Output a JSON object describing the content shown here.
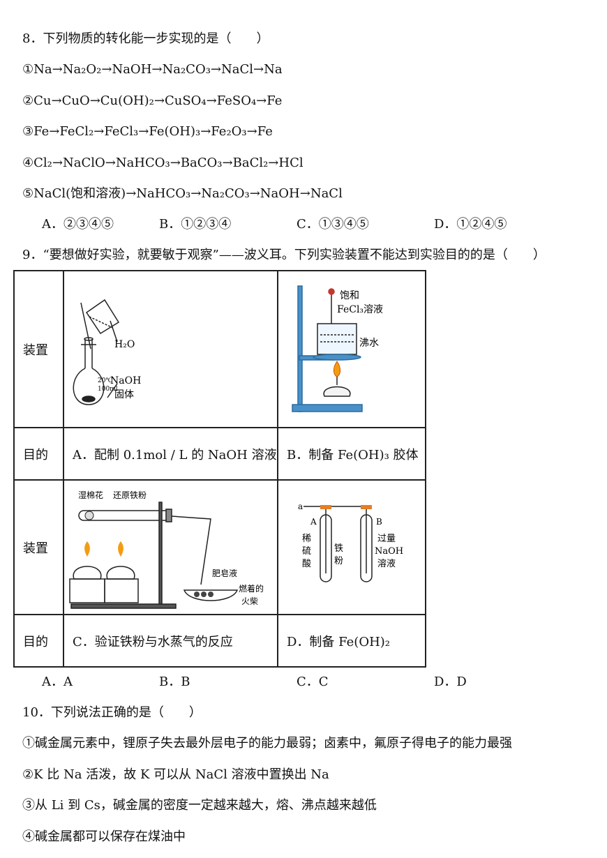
{
  "q8": {
    "stem": "8．下列物质的转化能一步实现的是（　　）",
    "items": [
      "①Na→Na₂O₂→NaOH→Na₂CO₃→NaCl→Na",
      "②Cu→CuO→Cu(OH)₂→CuSO₄→FeSO₄→Fe",
      "③Fe→FeCl₂→FeCl₃→Fe(OH)₃→Fe₂O₃→Fe",
      "④Cl₂→NaClO→NaHCO₃→BaCO₃→BaCl₂→HCl",
      "⑤NaCl(饱和溶液)→NaHCO₃→Na₂CO₃→NaOH→NaCl"
    ],
    "choices": [
      "A．②③④⑤",
      "B．①②③④",
      "C．①③④⑤",
      "D．①②④⑤"
    ]
  },
  "q9": {
    "stem": "9．“要想做好实验，就要敏于观察”——波义耳。下列实验装置不能达到实验目的的是（　　）",
    "row_label_device": "装置",
    "row_label_purpose": "目的",
    "captions": {
      "a": "A．配制 0.1mol / L 的 NaOH 溶液",
      "b": "B．制备 Fe(OH)₃ 胶体",
      "c": "C．验证铁粉与水蒸气的反应",
      "d": "D．制备 Fe(OH)₂"
    },
    "fig_a": {
      "water": "H₂O",
      "solid": "NaOH",
      "solid2": "固体",
      "temp": "20℃",
      "vol": "100ml"
    },
    "fig_b": {
      "l1": "饱和",
      "l2": "FeCl₃溶液",
      "l3": "沸水"
    },
    "fig_c": {
      "l1": "湿棉花",
      "l2": "还原铁粉",
      "l3": "肥皂液",
      "l4": "燃着的",
      "l5": "火柴"
    },
    "fig_d": {
      "a": "a",
      "A": "A",
      "B": "B",
      "acid1": "稀",
      "acid2": "硫",
      "acid3": "酸",
      "fe1": "铁",
      "fe2": "粉",
      "ex": "过量",
      "naoh": "NaOH",
      "sol": "溶液"
    },
    "choices": [
      "A．A",
      "B．B",
      "C．C",
      "D．D"
    ]
  },
  "q10": {
    "stem": "10．下列说法正确的是（　　）",
    "items": [
      "①碱金属元素中，锂原子失去最外层电子的能力最弱；卤素中，氟原子得电子的能力最强",
      "②K 比 Na 活泼，故 K 可以从 NaCl 溶液中置换出 Na",
      "③从 Li 到 Cs，碱金属的密度一定越来越大，熔、沸点越来越低",
      "④碱金属都可以保存在煤油中"
    ]
  }
}
